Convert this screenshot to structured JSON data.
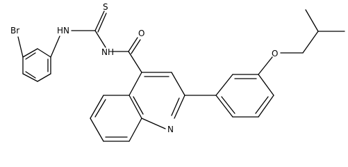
{
  "molecule": {
    "atom_labels": {
      "bromine": "Br",
      "amine_upper": "HN",
      "thio_sulfur": "S",
      "carbonyl_oxygen": "O",
      "amide_nh": "NH",
      "ether_oxygen": "O",
      "quinoline_nitrogen": "N"
    }
  }
}
